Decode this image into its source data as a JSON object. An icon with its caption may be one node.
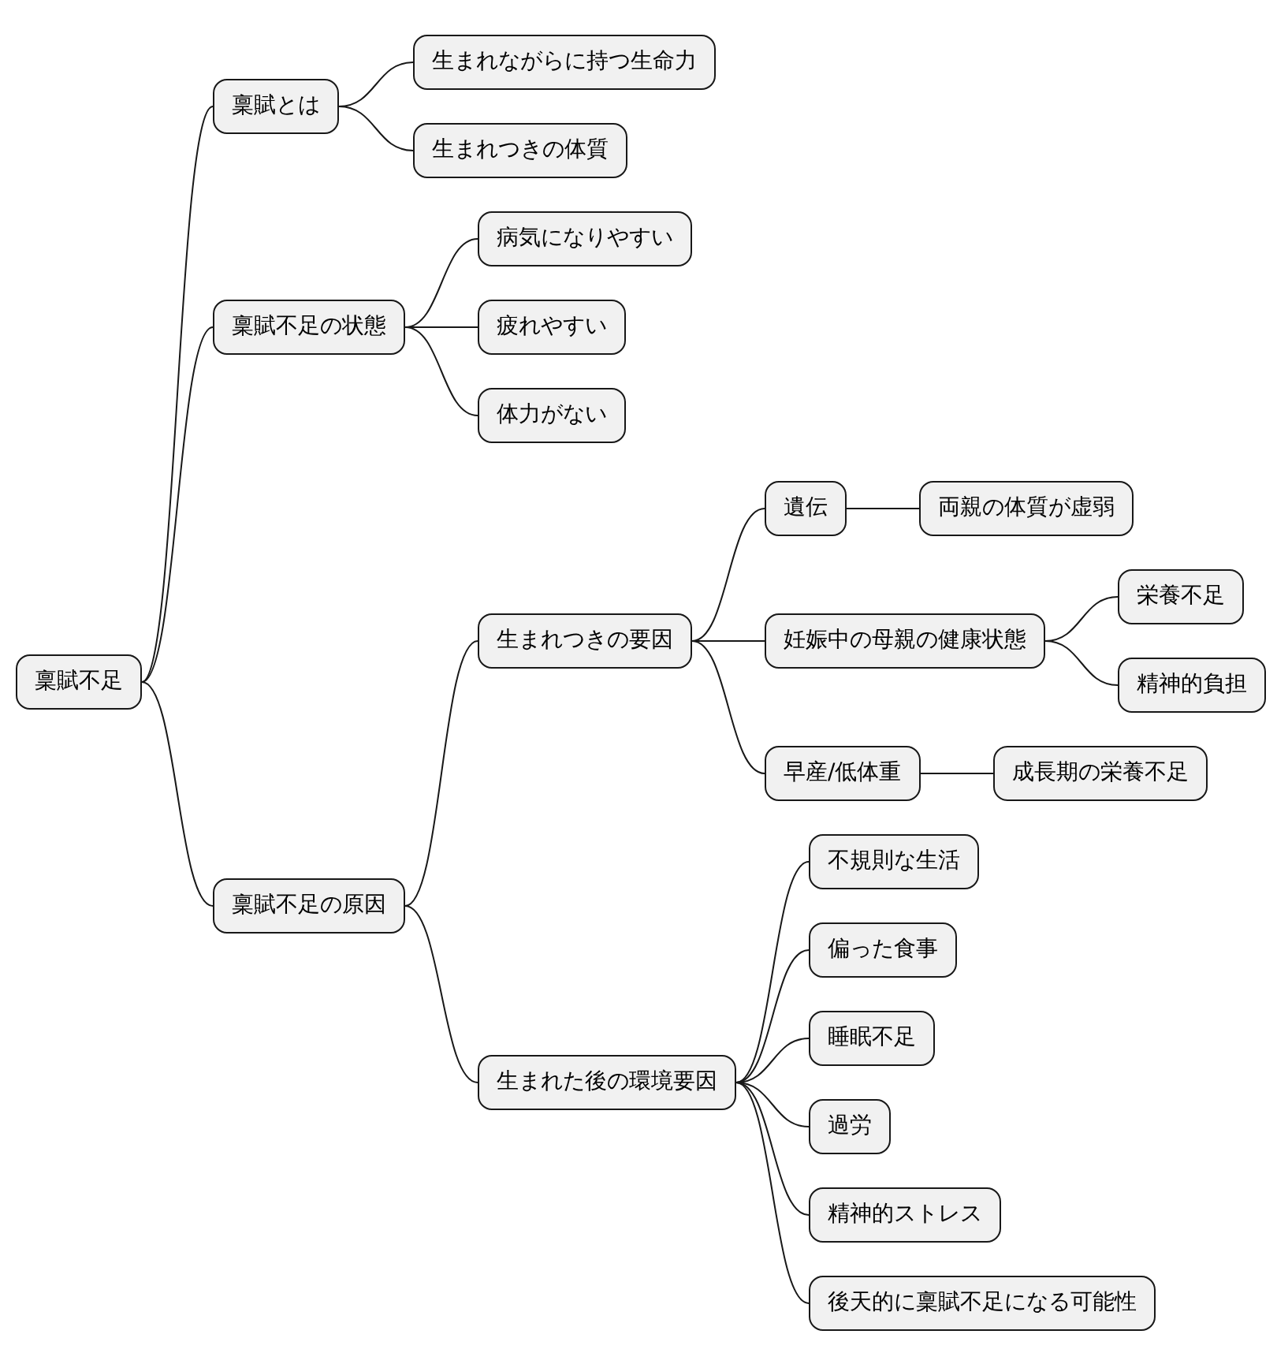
{
  "diagram": {
    "nodes": [
      {
        "text": [
          "稟賦不足"
        ]
      },
      {
        "text": [
          "稟賦とは"
        ]
      },
      {
        "text": [
          "生まれながらに持つ生命力"
        ]
      },
      {
        "text": [
          "生まれつきの体質"
        ]
      },
      {
        "text": [
          "稟賦不足の状態"
        ]
      },
      {
        "text": [
          "病気になりやすい"
        ]
      },
      {
        "text": [
          "疲れやすい"
        ]
      },
      {
        "text": [
          "体力がない"
        ]
      },
      {
        "text": [
          "稟賦不足の原因"
        ]
      },
      {
        "text": [
          "生まれつきの要因"
        ]
      },
      {
        "text": [
          "遺伝"
        ]
      },
      {
        "text": [
          "両親の体質が虚弱"
        ]
      },
      {
        "text": [
          "妊娠中の母親の健康状態"
        ]
      },
      {
        "text": [
          "栄養不足"
        ]
      },
      {
        "text": [
          "精神的負担"
        ]
      },
      {
        "text": [
          "早産/低体重"
        ]
      },
      {
        "text": [
          "成長期の栄養不足"
        ]
      },
      {
        "text": [
          "生まれた後の環境要因"
        ]
      },
      {
        "text": [
          "不規則な生活"
        ]
      },
      {
        "text": [
          "偏った食事"
        ]
      },
      {
        "text": [
          "睡眠不足"
        ]
      },
      {
        "text": [
          "過労"
        ]
      },
      {
        "text": [
          "精神的ストレス"
        ]
      },
      {
        "text": [
          "後天的に稟賦不足になる可能性"
        ]
      }
    ],
    "edges": [
      {
        "from": 0,
        "to": 1,
        "arrow": "none"
      },
      {
        "from": 1,
        "to": 2,
        "arrow": "none"
      },
      {
        "from": 1,
        "to": 3,
        "arrow": "none"
      },
      {
        "from": 0,
        "to": 4,
        "arrow": "none"
      },
      {
        "from": 4,
        "to": 5,
        "arrow": "none"
      },
      {
        "from": 4,
        "to": 6,
        "arrow": "none"
      },
      {
        "from": 4,
        "to": 7,
        "arrow": "none"
      },
      {
        "from": 0,
        "to": 8,
        "arrow": "none"
      },
      {
        "from": 8,
        "to": 9,
        "arrow": "none"
      },
      {
        "from": 9,
        "to": 10,
        "arrow": "none"
      },
      {
        "from": 10,
        "to": 11,
        "arrow": "none"
      },
      {
        "from": 9,
        "to": 12,
        "arrow": "none"
      },
      {
        "from": 12,
        "to": 13,
        "arrow": "none"
      },
      {
        "from": 12,
        "to": 14,
        "arrow": "none"
      },
      {
        "from": 9,
        "to": 15,
        "arrow": "none"
      },
      {
        "from": 15,
        "to": 16,
        "arrow": "none"
      },
      {
        "from": 8,
        "to": 17,
        "arrow": "none"
      },
      {
        "from": 17,
        "to": 18,
        "arrow": "none"
      },
      {
        "from": 17,
        "to": 19,
        "arrow": "none"
      },
      {
        "from": 17,
        "to": 20,
        "arrow": "none"
      },
      {
        "from": 17,
        "to": 21,
        "arrow": "none"
      },
      {
        "from": 17,
        "to": 22,
        "arrow": "none"
      },
      {
        "from": 17,
        "to": 23,
        "arrow": "none"
      }
    ]
  }
}
